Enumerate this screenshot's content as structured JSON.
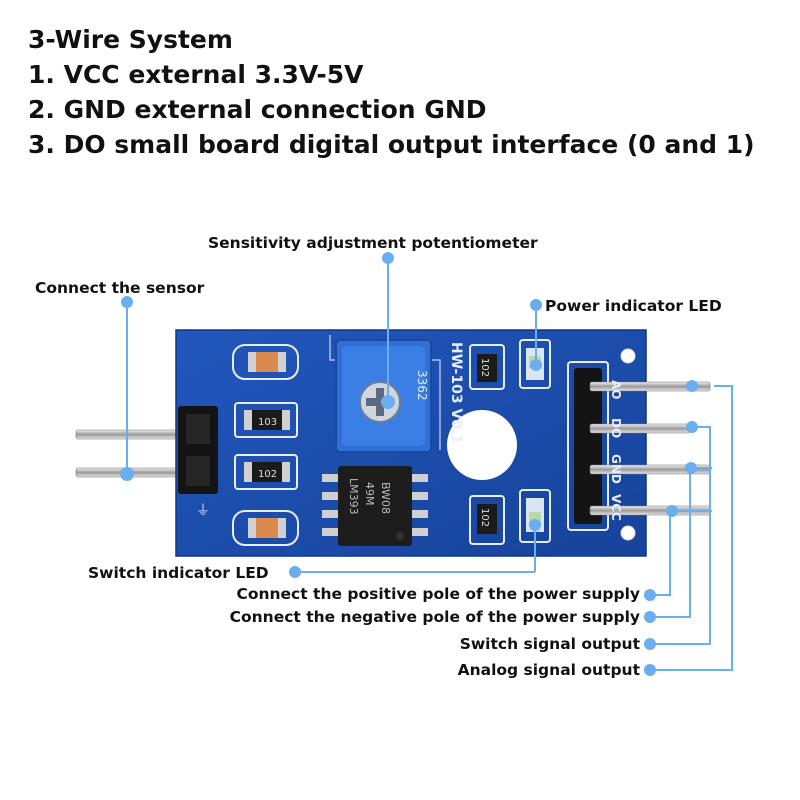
{
  "heading": {
    "line1": "3-Wire System",
    "line2": "1. VCC external 3.3V-5V",
    "line3": "2. GND external connection GND",
    "line4": "3. DO small board digital output interface (0 and 1)"
  },
  "labels": {
    "sensitivity": "Sensitivity adjustment potentiometer",
    "sensor": "Connect the sensor",
    "power_led": "Power indicator LED",
    "switch_led": "Switch indicator LED",
    "positive": "Connect the positive pole of the power supply",
    "negative": "Connect the negative pole of the power supply",
    "switch_out": "Switch signal output",
    "analog_out": "Analog signal output"
  },
  "board": {
    "model": "HW-103 V0.1",
    "pot_code": "3362",
    "chip_line1": "LM393",
    "chip_line2": "49M",
    "chip_line3": "BW08",
    "res1": "103",
    "res2": "102",
    "res3": "102",
    "res4": "102",
    "pins": [
      "AO",
      "DO",
      "GND",
      "VCC"
    ]
  },
  "colors": {
    "board_blue": "#1c4fb0",
    "callout_blue": "#6aaef0",
    "pot_blue": "#2f6fd6"
  }
}
